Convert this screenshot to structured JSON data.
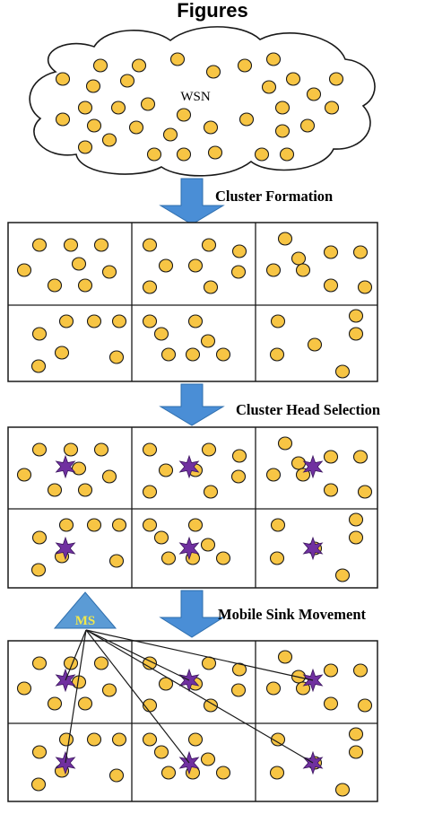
{
  "heading": "Figures",
  "cloud_label": "WSN",
  "steps": [
    "Cluster Formation",
    "Cluster Head Selection",
    "Mobile Sink Movement"
  ],
  "sink_label": "MS",
  "colors": {
    "node_fill": "#f7c544",
    "node_stroke": "#1a1a1a",
    "cluster_head": "#7030a0",
    "arrow": "#4a8ed6",
    "sink": "#5b9bd5",
    "sink_text": "#f2e84a"
  },
  "icons": {
    "node": "sensor-node-icon",
    "cluster_head": "cluster-head-star-icon",
    "sink": "mobile-sink-triangle-icon"
  }
}
